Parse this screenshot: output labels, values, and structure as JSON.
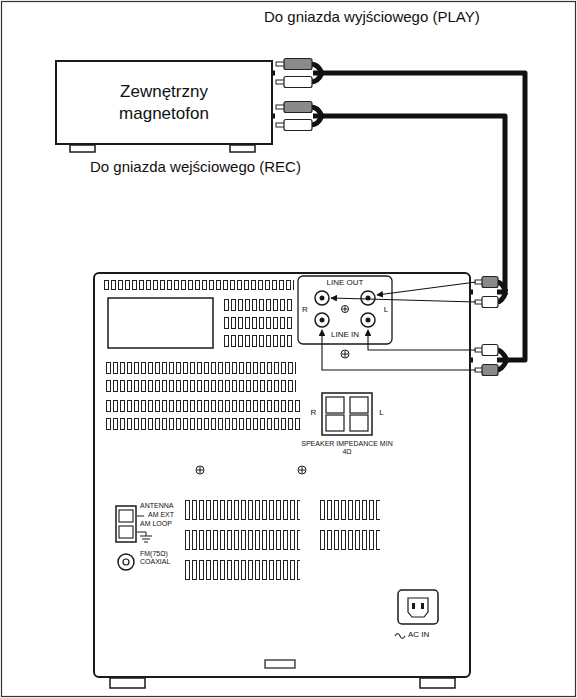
{
  "diagram": {
    "nodes": [
      {
        "text": [
          "Zewnętrzny magnetofon"
        ]
      },
      {
        "text": [
          "LINE OUT",
          "R",
          "L",
          "LINE IN",
          "SPEAKER IMPEDANCE MIN 4Ω",
          "R",
          "L",
          "ANTENNA",
          "AM EXT",
          "AM LOOP",
          "FM(75Ω) COAXIAL",
          "AC IN"
        ]
      }
    ],
    "edges": [
      {
        "from": 0,
        "to": 1,
        "arrow": "none",
        "label": "Do gniazda wyjściowego (PLAY)"
      },
      {
        "from": 0,
        "to": 1,
        "arrow": "none",
        "label": "Do gniazda wejściowego (REC)"
      }
    ]
  }
}
